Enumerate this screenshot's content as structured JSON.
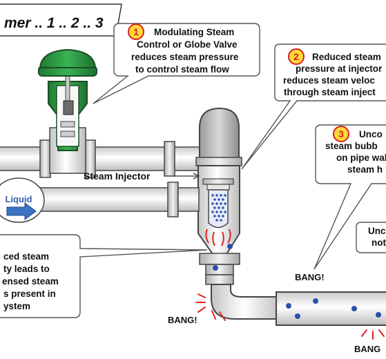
{
  "title": "mer .. 1 .. 2 .. 3",
  "callouts": [
    {
      "number": "1",
      "lines": [
        "Modulating Steam",
        "Control  or Globe Valve",
        "reduces steam pressure",
        "to control steam flow"
      ]
    },
    {
      "number": "2",
      "lines": [
        "Reduced steam",
        "pressure at injector",
        "reduces steam veloc",
        "through steam inject"
      ]
    },
    {
      "number": "3",
      "lines": [
        "Unco",
        "steam bubb",
        "on pipe wal",
        "steam h"
      ]
    },
    {
      "number": "",
      "lines": [
        "ced steam",
        "ty leads to",
        "ensed steam",
        "s present in",
        "ystem"
      ]
    },
    {
      "number": "",
      "lines": [
        "Unc",
        "not"
      ]
    }
  ],
  "labels": {
    "steam_injector": "Steam Injector",
    "liquid": "Liquid",
    "bang_1": "BANG!",
    "bang_2": "BANG!",
    "bang_3": "BANG"
  },
  "colors": {
    "valve_green": "#2f9a45",
    "badge_fill": "#ffd83a",
    "badge_text": "#d32020",
    "bubble_blue": "#2d4fa8",
    "arrow_blue": "#3a73c4",
    "bang_red": "#e02020"
  }
}
